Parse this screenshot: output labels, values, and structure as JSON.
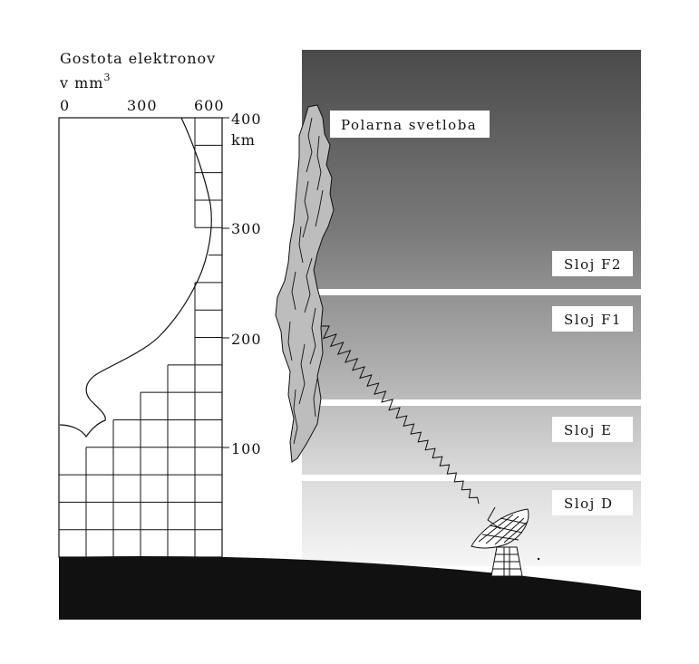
{
  "chart_data": {
    "type": "diagram",
    "title_line1": "Gostota elektronov",
    "title_line2_prefix": "v mm",
    "title_line2_sup": "3",
    "density_ticks": [
      "0",
      "300",
      "600"
    ],
    "altitude_ticks": [
      "400",
      "300",
      "200",
      "100"
    ],
    "altitude_unit": "km",
    "aurora_label": "Polarna svetloba",
    "layers": [
      "Sloj F2",
      "Sloj F1",
      "Sloj E",
      "Sloj D"
    ]
  },
  "colors": {
    "sky_top": "#4a4a4a",
    "sky_bottom": "#f4f4f4",
    "ground": "#111111",
    "aurora_fill": "#bdbdbd",
    "label_box": "#ffffff"
  }
}
